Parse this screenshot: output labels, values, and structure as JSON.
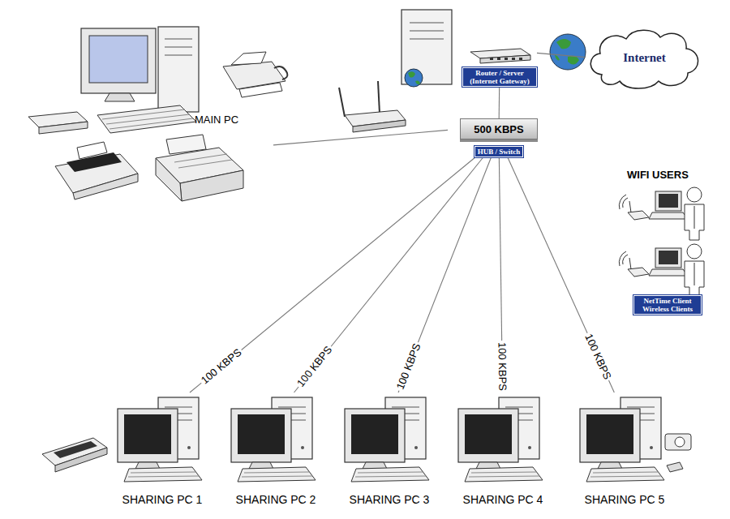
{
  "diagram": {
    "nodes": [
      {
        "text": [
          "Router / Server (Internet Gateway)"
        ]
      },
      {
        "text": [
          "Internet"
        ]
      },
      {
        "text": [
          "MAIN PC"
        ]
      },
      {
        "text": [
          "500 KBPS",
          "HUB / Switch"
        ]
      },
      {
        "text": [
          "WIFI USERS",
          "NetTime Client Wireless Clients"
        ]
      },
      {
        "text": [
          "SHARING PC 1"
        ]
      },
      {
        "text": [
          "SHARING PC 2"
        ]
      },
      {
        "text": [
          "SHARING PC 3"
        ]
      },
      {
        "text": [
          "SHARING PC 4"
        ]
      },
      {
        "text": [
          "SHARING PC 5"
        ]
      }
    ],
    "edges": [
      {
        "from": 0,
        "to": 1,
        "arrow": "none"
      },
      {
        "from": 2,
        "to": 3,
        "arrow": "none"
      },
      {
        "from": 0,
        "to": 3,
        "arrow": "none"
      },
      {
        "from": 3,
        "to": 5,
        "label": "100 KBPS",
        "arrow": "none"
      },
      {
        "from": 3,
        "to": 6,
        "label": "100 KBPS",
        "arrow": "none"
      },
      {
        "from": 3,
        "to": 7,
        "label": "100 KBPS",
        "arrow": "none"
      },
      {
        "from": 3,
        "to": 8,
        "label": "100 KBPS",
        "arrow": "none"
      },
      {
        "from": 3,
        "to": 9,
        "label": "100 KBPS",
        "arrow": "none"
      }
    ]
  }
}
